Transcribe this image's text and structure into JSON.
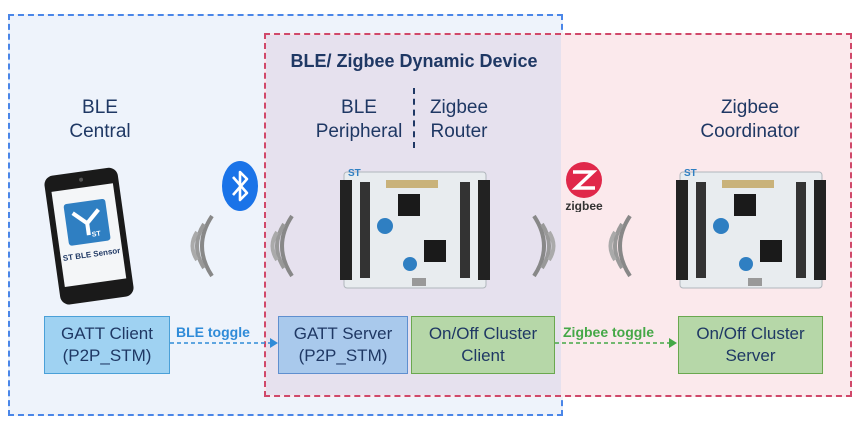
{
  "diagram": {
    "title": "BLE/ Zigbee Dynamic Device",
    "ble_central": [
      "BLE",
      "Central"
    ],
    "ble_peripheral": [
      "BLE",
      "Peripheral"
    ],
    "zigbee_router": [
      "Zigbee",
      "Router"
    ],
    "zigbee_coordinator": [
      "Zigbee",
      "Coordinator"
    ],
    "gatt_client": [
      "GATT Client",
      "(P2P_STM)"
    ],
    "gatt_server": [
      "GATT Server",
      "(P2P_STM)"
    ],
    "onoff_client": [
      "On/Off Cluster",
      "Client"
    ],
    "onoff_server": [
      "On/Off Cluster",
      "Server"
    ],
    "ble_toggle": "BLE toggle",
    "zigbee_toggle": "Zigbee toggle",
    "app_name": "ST BLE Sensor",
    "zigbee_logo_text": "zigbee",
    "st_logo_text": "ST"
  },
  "colors": {
    "ble_region_border": "#4a86e8",
    "zigbee_region_border": "#d0486a",
    "ble_arrow": "#2f8bd8",
    "zigbee_arrow": "#45a847",
    "text": "#1f3864"
  },
  "icons": [
    "bluetooth-icon",
    "zigbee-logo",
    "smartphone",
    "nucleo-board",
    "signal-waves-icon"
  ]
}
